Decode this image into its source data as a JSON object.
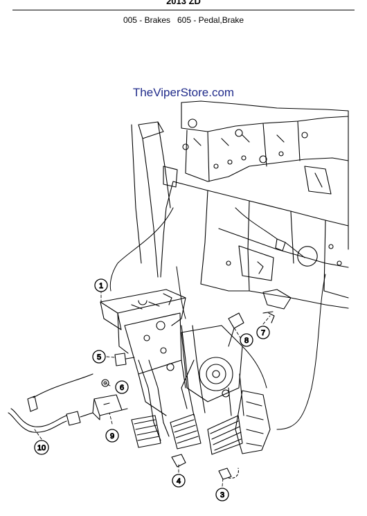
{
  "header": {
    "title": "2013 ZD",
    "subtitle": "005 - Brakes   605 - Pedal,Brake"
  },
  "watermark": "TheViperStore.com",
  "callouts": [
    {
      "id": "1",
      "label": "1"
    },
    {
      "id": "3",
      "label": "3"
    },
    {
      "id": "4",
      "label": "4"
    },
    {
      "id": "5",
      "label": "5"
    },
    {
      "id": "6",
      "label": "6"
    },
    {
      "id": "7",
      "label": "7"
    },
    {
      "id": "8",
      "label": "8"
    },
    {
      "id": "9",
      "label": "9"
    },
    {
      "id": "10",
      "label": "10"
    }
  ],
  "colors": {
    "line": "#000000",
    "watermark": "#1f2a8a"
  }
}
